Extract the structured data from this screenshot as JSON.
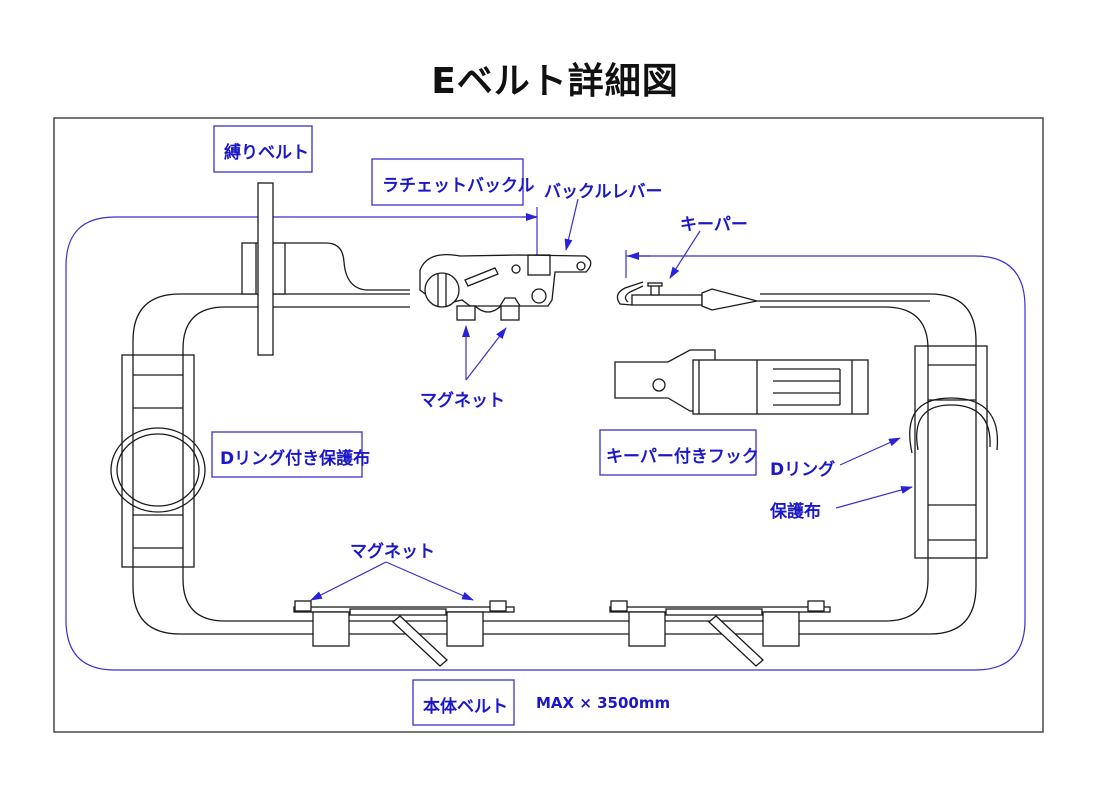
{
  "title": "Eベルト詳細図",
  "labels": {
    "binding_belt": "縛りベルト",
    "ratchet_buckle": "ラチェットバックル",
    "buckle_lever": "バックルレバー",
    "keeper": "キーパー",
    "magnet_top": "マグネット",
    "d_ring_cover": "Dリング付き保護布",
    "hook_with_keeper": "キーパー付きフック",
    "d_ring": "Dリング",
    "protective_cloth": "保護布",
    "magnet_bottom": "マグネット",
    "main_belt": "本体ベルト",
    "max_length": "MAX × 3500mm"
  },
  "colors": {
    "annotation": "#1c18c8",
    "outline": "#1a1a1a",
    "frame": "#555555"
  }
}
